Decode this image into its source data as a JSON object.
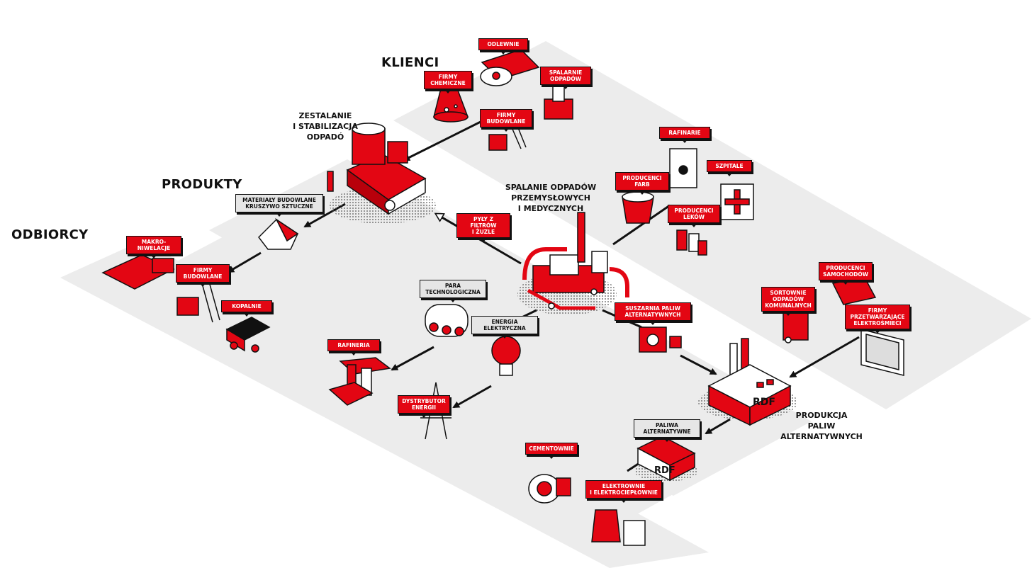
{
  "headings": {
    "klienci": "KLIENCI",
    "produkty": "PRODUKTY",
    "odbiorcy": "ODBIORCY"
  },
  "processes": {
    "zestalanie": [
      "ZESTALANIE",
      "I STABILIZACJA",
      "ODPADÓ"
    ],
    "spalanie": [
      "SPALANIE ODPADÓW",
      "PRZEMYSŁOWYCH",
      "I MEDYCZNYCH"
    ],
    "produkcja": [
      "PRODUKCJA",
      "PALIW",
      "ALTERNATYWNYCH"
    ]
  },
  "labels": {
    "odlewnie": [
      "ODLEWNIE"
    ],
    "firmy_chemiczne": [
      "FIRMY",
      "CHEMICZNE"
    ],
    "spalarnie_odpadow": [
      "SPALARNIE",
      "ODPADÓW"
    ],
    "firmy_budowlane_klient": [
      "FIRMY",
      "BUDOWLANE"
    ],
    "rafinarie": [
      "RAFINARIE"
    ],
    "producenci_farb": [
      "PRODUCENCI",
      "FARB"
    ],
    "szpitale": [
      "SZPITALE"
    ],
    "producenci_lekow": [
      "PRODUCENCI",
      "LEKÓW"
    ],
    "pyly_z_filtrow": [
      "PYŁY Z FILTRÓW",
      "I ŻUZLE"
    ],
    "materialy_budowlane": [
      "MATERIAŁY BUDOWLANE",
      "KRUSZYWO SZTUCZNE"
    ],
    "makroniwelacje": [
      "MAKRO-",
      "NIWELACJE"
    ],
    "firmy_budowlane_odbiorca": [
      "FIRMY",
      "BUDOWLANE"
    ],
    "kopalnie": [
      "KOPALNIE"
    ],
    "para_technologiczna": [
      "PARA",
      "TECHNOLOGICZNA"
    ],
    "energia_elektryczna": [
      "ENERGIA",
      "ELEKTRYCZNA"
    ],
    "rafineria": [
      "RAFINERIA"
    ],
    "dystrybutor_energii": [
      "DYSTRYBUTOR",
      "ENERGII"
    ],
    "suszarnia_paliw": [
      "SUSZARNIA PALIW",
      "ALTERNATYWNYCH"
    ],
    "producenci_samochodow": [
      "PRODUCENCI",
      "SAMOCHODÓW"
    ],
    "sortownie_odpadow": [
      "SORTOWNIE",
      "ODPADÓW",
      "KOMUNALNYCH"
    ],
    "firmy_przetwarzajace": [
      "FIRMY",
      "PRZETWARZAJĄCE",
      "ELEKTROŚMIECI"
    ],
    "paliwa_alternatywne": [
      "PALIWA",
      "ALTERNATYWNE"
    ],
    "cementownie": [
      "CEMENTOWNIE"
    ],
    "elektrownie": [
      "ELEKTROWNIE",
      "I ELEKTROCIEPŁOWNIE"
    ]
  },
  "signage": {
    "rdf_plant": "RDF",
    "rdf_bale": "RDF"
  },
  "colors": {
    "accent_red": "#e30613",
    "band_grey": "#ececec",
    "ink": "#111111",
    "label_grey": "#e6e6e6"
  }
}
